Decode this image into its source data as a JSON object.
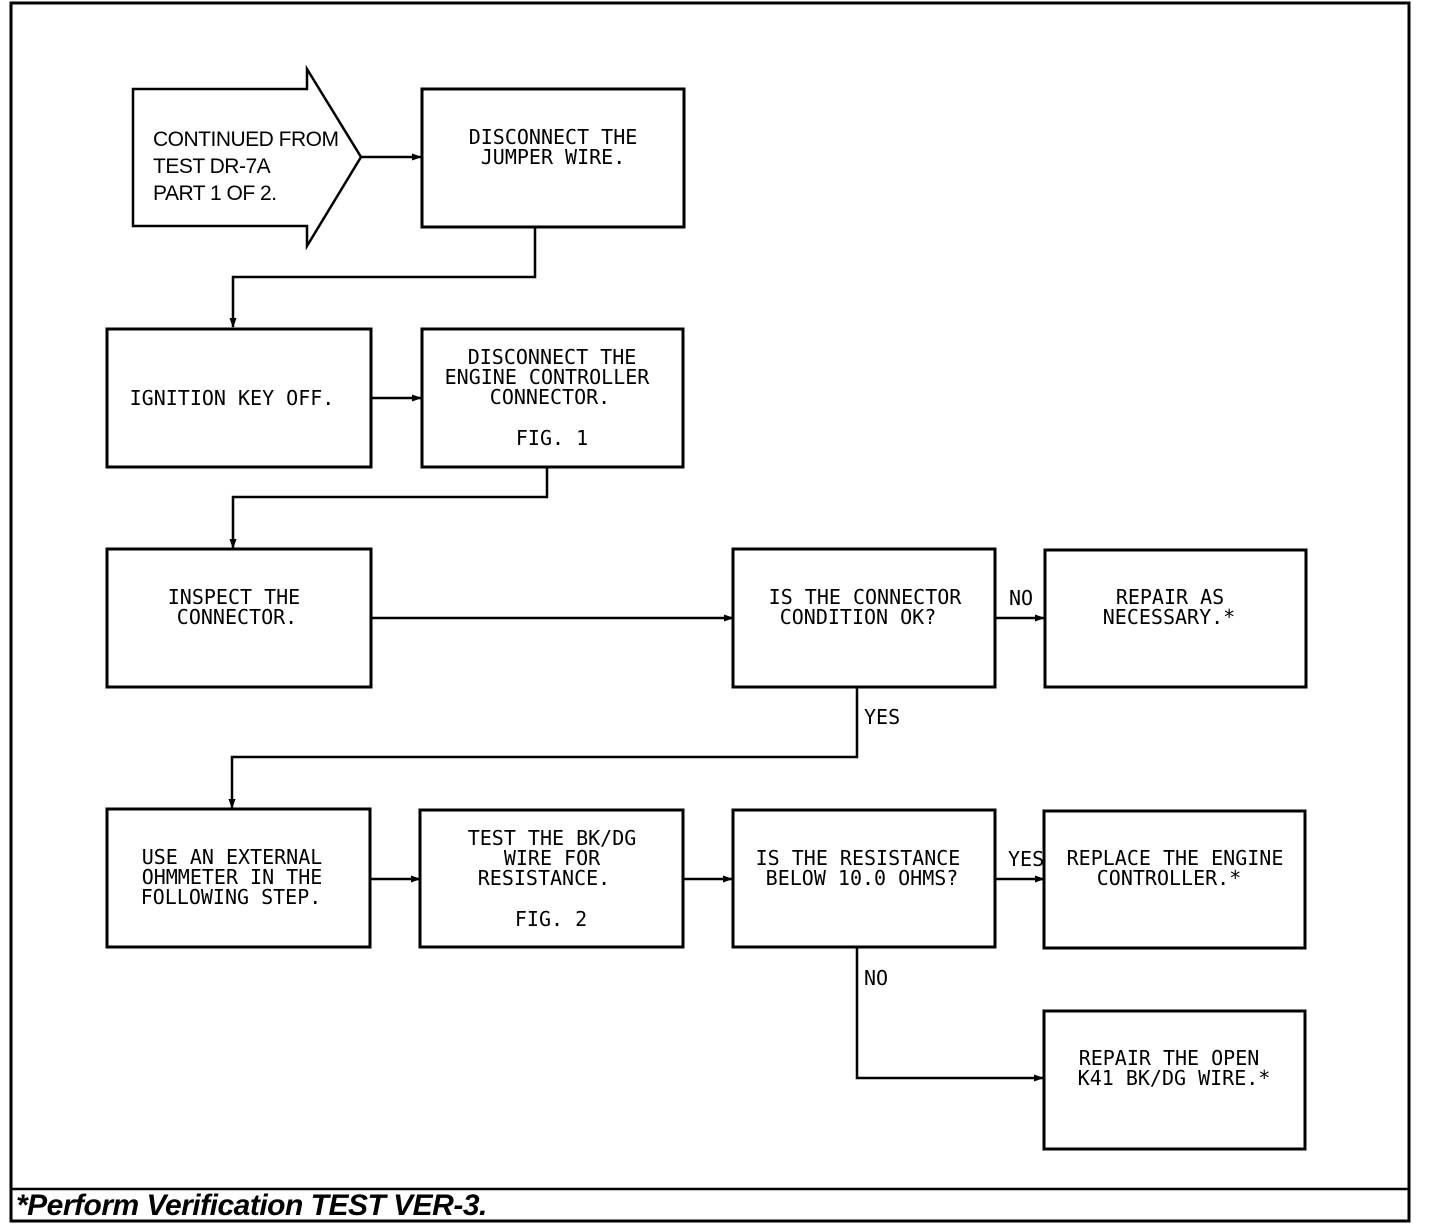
{
  "start": {
    "lines": [
      "CONTINUED FROM",
      "TEST DR-7A",
      "PART 1 OF 2."
    ]
  },
  "nodes": {
    "disconnect_jumper": {
      "lines": [
        "DISCONNECT THE",
        "JUMPER WIRE."
      ]
    },
    "ignition_off": {
      "lines": [
        "IGNITION KEY OFF."
      ]
    },
    "disconnect_ecm": {
      "lines": [
        "DISCONNECT THE",
        "ENGINE CONTROLLER",
        "CONNECTOR."
      ],
      "fig": "FIG. 1"
    },
    "inspect_connector": {
      "lines": [
        "INSPECT THE",
        "CONNECTOR."
      ]
    },
    "connector_ok": {
      "lines": [
        "IS THE CONNECTOR",
        "CONDITION OK?"
      ]
    },
    "repair_necessary": {
      "lines": [
        "REPAIR AS",
        "NECESSARY.*"
      ]
    },
    "use_ohmmeter": {
      "lines": [
        "USE AN EXTERNAL",
        "OHMMETER IN THE",
        "FOLLOWING STEP."
      ]
    },
    "test_resistance": {
      "lines": [
        "TEST THE BK/DG",
        "WIRE FOR",
        "RESISTANCE."
      ],
      "fig": "FIG. 2"
    },
    "resistance_below": {
      "lines": [
        "IS THE RESISTANCE",
        "BELOW 10.0 OHMS?"
      ]
    },
    "replace_controller": {
      "lines": [
        "REPLACE THE ENGINE",
        "CONTROLLER.*"
      ]
    },
    "repair_open": {
      "lines": [
        "REPAIR THE OPEN",
        "K41 BK/DG WIRE.*"
      ]
    }
  },
  "edge_labels": {
    "connector_no": "NO",
    "connector_yes": "YES",
    "resistance_yes": "YES",
    "resistance_no": "NO"
  },
  "footer": {
    "note": "*Perform Verification TEST VER-3."
  }
}
